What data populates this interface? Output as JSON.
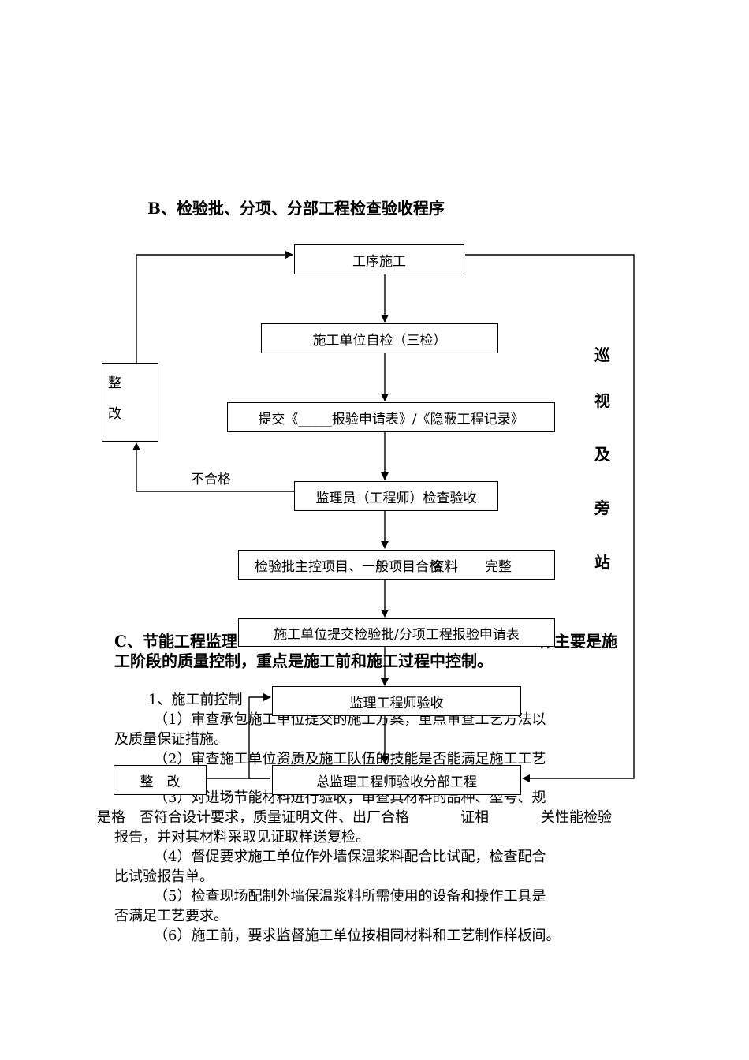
{
  "section_b_title": "B、检验批、分项、分部工程检查验收程序",
  "flow": {
    "step1": "工序施工",
    "step2": "施工单位自检（三检）",
    "step3": "提交《_____报验申请表》/《隐蔽工程记录》",
    "step4": "监理员（工程师）检查验收",
    "step5": "检验批主控项目、一般项目合格",
    "step5_extra": "资料　　完整",
    "step6": "施工单位提交检验批/分项工程报验申请表",
    "step7": "监理工程师验收",
    "step8": "总监理工程师验收分部工程",
    "rectify_top": "整",
    "rectify_bottom": "改",
    "unqualified": "不合格",
    "rectify_box": "整　改",
    "patrol": [
      "巡",
      "视",
      "及",
      "旁",
      "站"
    ]
  },
  "section_c": {
    "line1_left": "C、节能工程监理",
    "line1_right": "作主要是施",
    "line2": "工阶段的质量控制，重点是施工前和施工过程中控制。",
    "item1": "1、施工前控制",
    "p1a": "（1）审查承包施工单位提交的施工方案，重点审查工艺方法以",
    "p1b": "及质量保证措施。",
    "p2": "（2）审查施工单位资质及施工队伍的技能是否能满足施工工艺",
    "p3": "（3）对进场节能材料进行验收，审查其材料的品种、型号、规",
    "p3b_left": "是格　否符合设计要求，质量证明文件、出厂合格",
    "p3b_right": "　关性能检验",
    "p3c": "报告，并对其材料采取见证取样送复检。",
    "p4a": "（4）督促要求施工单位作外墙保温浆料配合比试配，检查配合",
    "p4b": "比试验报告单。",
    "p5a": "（5）检查现场配制外墙保温浆料所需使用的设备和操作工具是",
    "p5b": "否满足工艺要求。",
    "p6": "（6）施工前，要求监督施工单位按相同材料和工艺制作样板间。",
    "overlap_text": "证相"
  }
}
